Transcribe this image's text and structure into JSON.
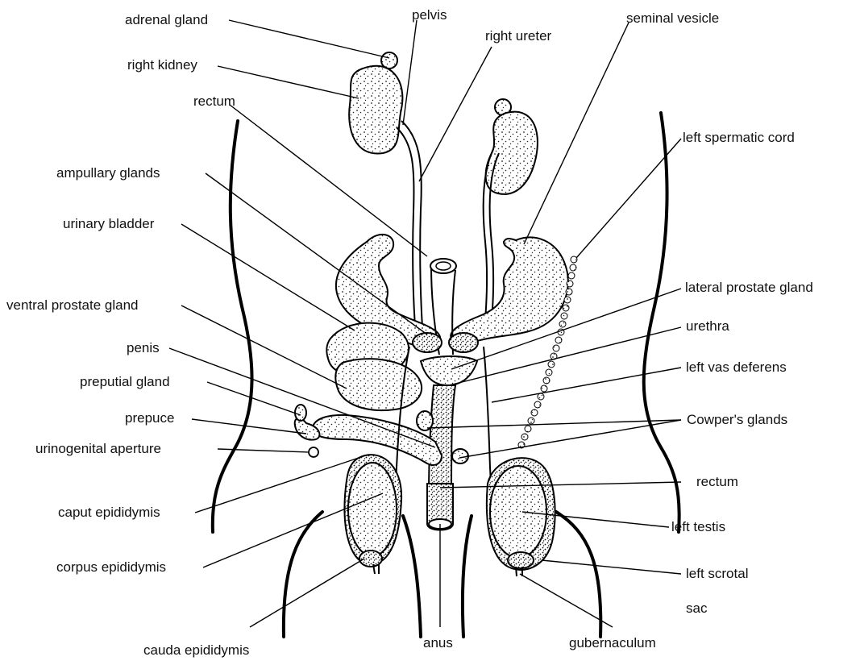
{
  "labels": {
    "adrenal_gland": "adrenal gland",
    "pelvis": "pelvis",
    "right_ureter": "right ureter",
    "seminal_vesicle": "seminal vesicle",
    "right_kidney": "right kidney",
    "rectum_top": "rectum",
    "left_spermatic_cord": "left spermatic cord",
    "ampullary_glands": "ampullary glands",
    "urinary_bladder": "urinary bladder",
    "lateral_prostate_gland": "lateral prostate gland",
    "ventral_prostate_gland": "ventral prostate gland",
    "urethra": "urethra",
    "penis": "penis",
    "left_vas_deferens": "left vas deferens",
    "preputial_gland": "preputial gland",
    "prepuce": "prepuce",
    "cowpers_glands": "Cowper's glands",
    "urinogenital_aperture": "urinogenital aperture",
    "rectum_bottom": "rectum",
    "caput_epididymis": "caput epididymis",
    "left_testis": "left testis",
    "corpus_epididymis": "corpus epididymis",
    "left_scrotal_sac_line1": "left scrotal",
    "left_scrotal_sac_line2": "sac",
    "cauda_epididymis": "cauda epididymis",
    "anus": "anus",
    "gubernaculum": "gubernaculum"
  }
}
